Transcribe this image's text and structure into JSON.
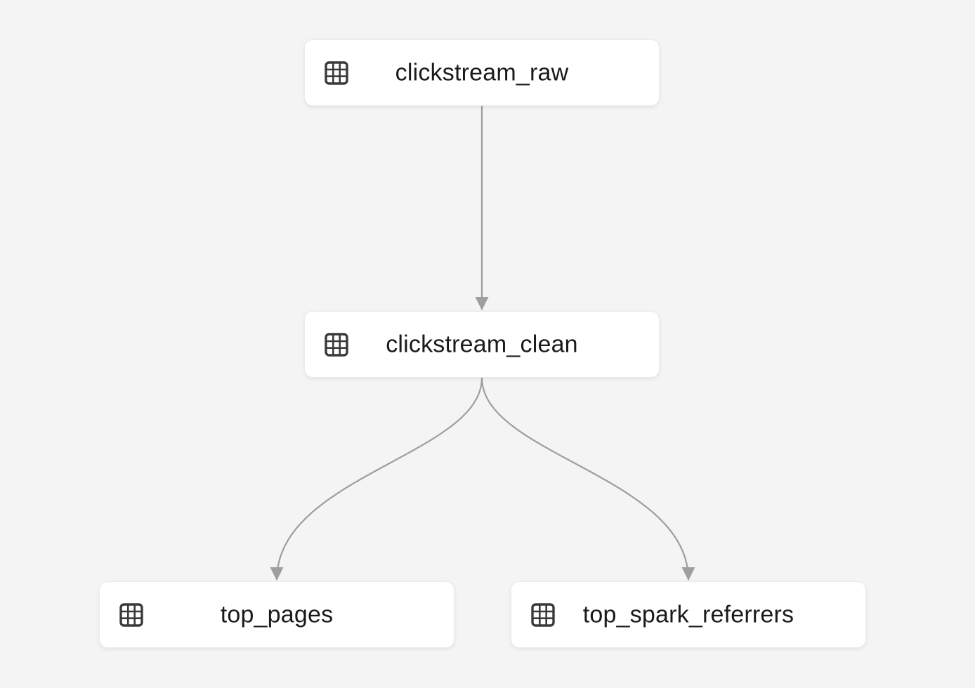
{
  "graph": {
    "type": "pipeline-lineage-dag",
    "colors": {
      "background": "#f4f4f4",
      "node_fill": "#ffffff",
      "node_border": "#ebebeb",
      "label_text": "#1a1a1a",
      "icon": "#3a3a3a",
      "edge": "#9e9e9e"
    },
    "nodes": [
      {
        "id": "clickstream_raw",
        "label": "clickstream_raw",
        "icon": "table-grid-icon"
      },
      {
        "id": "clickstream_clean",
        "label": "clickstream_clean",
        "icon": "table-grid-icon"
      },
      {
        "id": "top_pages",
        "label": "top_pages",
        "icon": "table-grid-icon"
      },
      {
        "id": "top_spark_referrers",
        "label": "top_spark_referrers",
        "icon": "table-grid-icon"
      }
    ],
    "edges": [
      {
        "from": "clickstream_raw",
        "to": "clickstream_clean"
      },
      {
        "from": "clickstream_clean",
        "to": "top_pages"
      },
      {
        "from": "clickstream_clean",
        "to": "top_spark_referrers"
      }
    ]
  }
}
